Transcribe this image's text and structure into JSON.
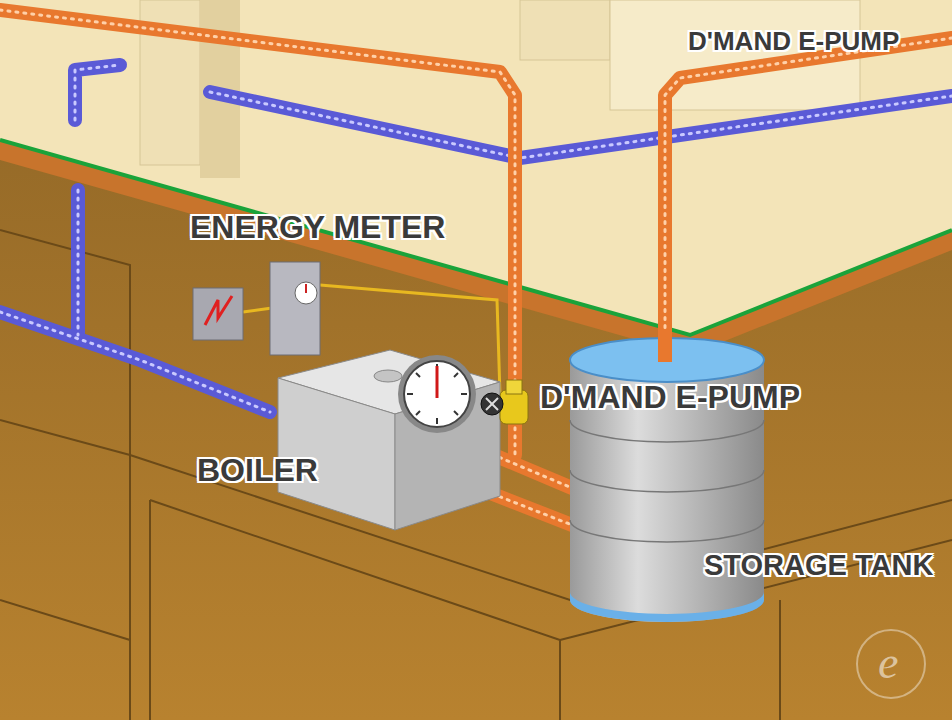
{
  "diagram": {
    "labels": [
      "D'MAND E-PUMP",
      "ENERGY METER",
      "D'MAND E-PUMP",
      "BOILER",
      "STORAGE TANK",
      "e"
    ]
  }
}
